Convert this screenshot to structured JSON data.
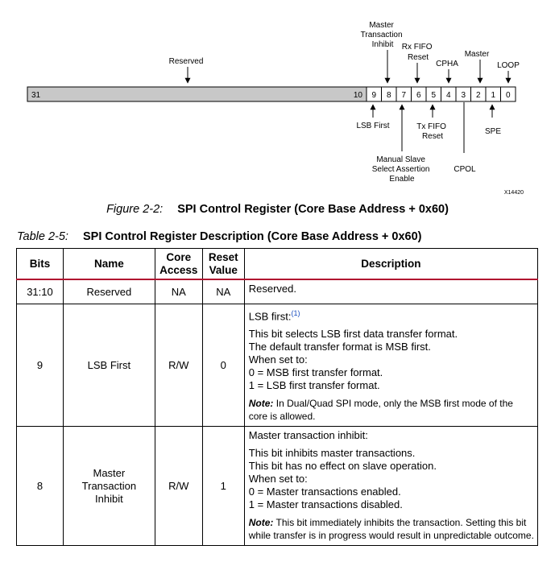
{
  "figure": {
    "reserved_label": "Reserved",
    "bit_high": "31",
    "bits": [
      "10",
      "9",
      "8",
      "7",
      "6",
      "5",
      "4",
      "3",
      "2",
      "1",
      "0"
    ],
    "callouts_top": {
      "master_transaction_inhibit": [
        "Master",
        "Transaction",
        "Inhibit"
      ],
      "rx_fifo_reset": [
        "Rx FIFO",
        "Reset"
      ],
      "cpha": [
        "CPHA"
      ],
      "master": [
        "Master"
      ],
      "loop": [
        "LOOP"
      ]
    },
    "callouts_bottom": {
      "lsb_first": [
        "LSB First"
      ],
      "tx_fifo_reset": [
        "Tx FIFO",
        "Reset"
      ],
      "spe": [
        "SPE"
      ],
      "manual_slave": [
        "Manual Slave",
        "Select Assertion",
        "Enable"
      ],
      "cpol": [
        "CPOL"
      ]
    },
    "figure_id": "X14420",
    "caption_label": "Figure 2-2:",
    "caption_title": "SPI Control Register (Core Base Address + 0x60)"
  },
  "table": {
    "caption_label": "Table 2-5:",
    "caption_title": "SPI Control Register Description (Core Base Address + 0x60)",
    "headers": {
      "bits": "Bits",
      "name": "Name",
      "access_1": "Core",
      "access_2": "Access",
      "reset_1": "Reset",
      "reset_2": "Value",
      "description": "Description"
    },
    "rows": [
      {
        "bits": "31:10",
        "name": "Reserved",
        "access": "NA",
        "reset": "NA",
        "desc_title": "Reserved."
      },
      {
        "bits": "9",
        "name": "LSB First",
        "access": "R/W",
        "reset": "0",
        "desc_title": "LSB first:",
        "desc_footnote": "(1)",
        "desc_lines": [
          "This bit selects LSB first data transfer format.",
          "The default transfer format is MSB first.",
          "When set to:",
          "0 = MSB first transfer format.",
          "1 = LSB first transfer format."
        ],
        "note_label": "Note:",
        "note_text": "In Dual/Quad SPI mode, only the MSB first mode of the core is allowed."
      },
      {
        "bits": "8",
        "name_1": "Master",
        "name_2": "Transaction",
        "name_3": "Inhibit",
        "access": "R/W",
        "reset": "1",
        "desc_title": "Master transaction inhibit:",
        "desc_lines": [
          "This bit inhibits master transactions.",
          "This bit has no effect on slave operation.",
          "When set to:",
          "0 = Master transactions enabled.",
          "1 = Master transactions disabled."
        ],
        "note_label": "Note:",
        "note_text": "This bit immediately inhibits the transaction. Setting this bit while transfer is in progress would result in unpredictable outcome."
      }
    ]
  }
}
